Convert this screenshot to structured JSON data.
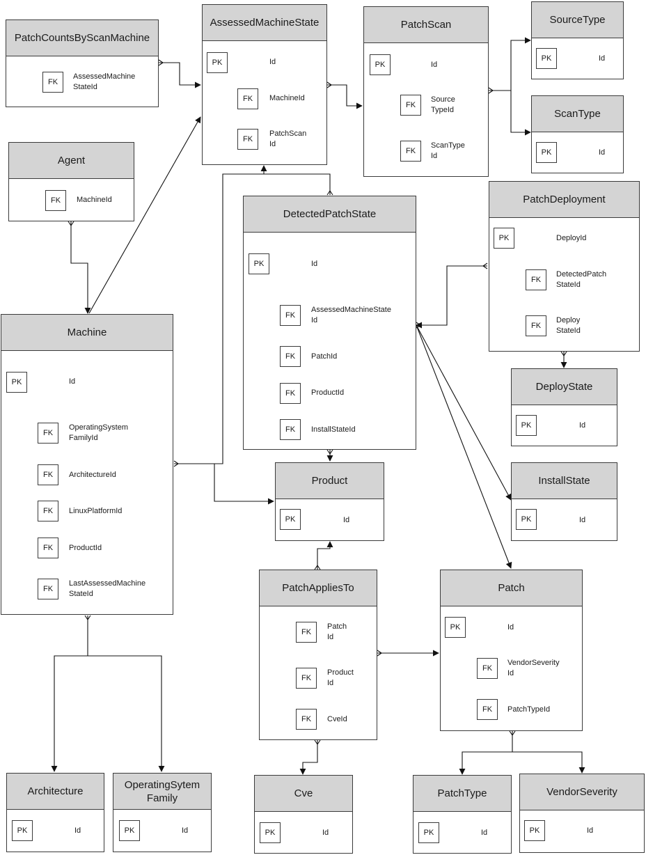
{
  "entities": {
    "patch_counts_by_scan_machine": {
      "title": "PatchCountsByScanMachine",
      "fields": [
        {
          "key": "FK",
          "name": "AssessedMachine\nStateId"
        }
      ]
    },
    "assessed_machine_state": {
      "title": "AssessedMachineState",
      "fields": [
        {
          "key": "PK",
          "name": "Id"
        },
        {
          "key": "FK",
          "name": "MachineId"
        },
        {
          "key": "FK",
          "name": "PatchScan\nId"
        }
      ]
    },
    "patch_scan": {
      "title": "PatchScan",
      "fields": [
        {
          "key": "PK",
          "name": "Id"
        },
        {
          "key": "FK",
          "name": "Source\nTypeId"
        },
        {
          "key": "FK",
          "name": "ScanType\nId"
        }
      ]
    },
    "source_type": {
      "title": "SourceType",
      "fields": [
        {
          "key": "PK",
          "name": "Id"
        }
      ]
    },
    "scan_type": {
      "title": "ScanType",
      "fields": [
        {
          "key": "PK",
          "name": "Id"
        }
      ]
    },
    "agent": {
      "title": "Agent",
      "fields": [
        {
          "key": "FK",
          "name": "MachineId"
        }
      ]
    },
    "detected_patch_state": {
      "title": "DetectedPatchState",
      "fields": [
        {
          "key": "PK",
          "name": "Id"
        },
        {
          "key": "FK",
          "name": "AssessedMachineState\nId"
        },
        {
          "key": "FK",
          "name": "PatchId"
        },
        {
          "key": "FK",
          "name": "ProductId"
        },
        {
          "key": "FK",
          "name": "InstallStateId"
        }
      ]
    },
    "patch_deployment": {
      "title": "PatchDeployment",
      "fields": [
        {
          "key": "PK",
          "name": "DeployId"
        },
        {
          "key": "FK",
          "name": "DetectedPatch\nStateId"
        },
        {
          "key": "FK",
          "name": "Deploy\nStateId"
        }
      ]
    },
    "deploy_state": {
      "title": "DeployState",
      "fields": [
        {
          "key": "PK",
          "name": "Id"
        }
      ]
    },
    "machine": {
      "title": "Machine",
      "fields": [
        {
          "key": "PK",
          "name": "Id"
        },
        {
          "key": "FK",
          "name": "OperatingSystem\nFamilyId"
        },
        {
          "key": "FK",
          "name": "ArchitectureId"
        },
        {
          "key": "FK",
          "name": "LinuxPlatformId"
        },
        {
          "key": "FK",
          "name": "ProductId"
        },
        {
          "key": "FK",
          "name": "LastAssessedMachine\nStateId"
        }
      ]
    },
    "product": {
      "title": "Product",
      "fields": [
        {
          "key": "PK",
          "name": "Id"
        }
      ]
    },
    "install_state": {
      "title": "InstallState",
      "fields": [
        {
          "key": "PK",
          "name": "Id"
        }
      ]
    },
    "patch_applies_to": {
      "title": "PatchAppliesTo",
      "fields": [
        {
          "key": "FK",
          "name": "Patch\nId"
        },
        {
          "key": "FK",
          "name": "Product\nId"
        },
        {
          "key": "FK",
          "name": "CveId"
        }
      ]
    },
    "patch": {
      "title": "Patch",
      "fields": [
        {
          "key": "PK",
          "name": "Id"
        },
        {
          "key": "FK",
          "name": "VendorSeverity\nId"
        },
        {
          "key": "FK",
          "name": "PatchTypeId"
        }
      ]
    },
    "architecture": {
      "title": "Architecture",
      "fields": [
        {
          "key": "PK",
          "name": "Id"
        }
      ]
    },
    "operating_system_family": {
      "title": "OperatingSytem\nFamily",
      "fields": [
        {
          "key": "PK",
          "name": "Id"
        }
      ]
    },
    "cve": {
      "title": "Cve",
      "fields": [
        {
          "key": "PK",
          "name": "Id"
        }
      ]
    },
    "patch_type": {
      "title": "PatchType",
      "fields": [
        {
          "key": "PK",
          "name": "Id"
        }
      ]
    },
    "vendor_severity": {
      "title": "VendorSeverity",
      "fields": [
        {
          "key": "PK",
          "name": "Id"
        }
      ]
    }
  }
}
